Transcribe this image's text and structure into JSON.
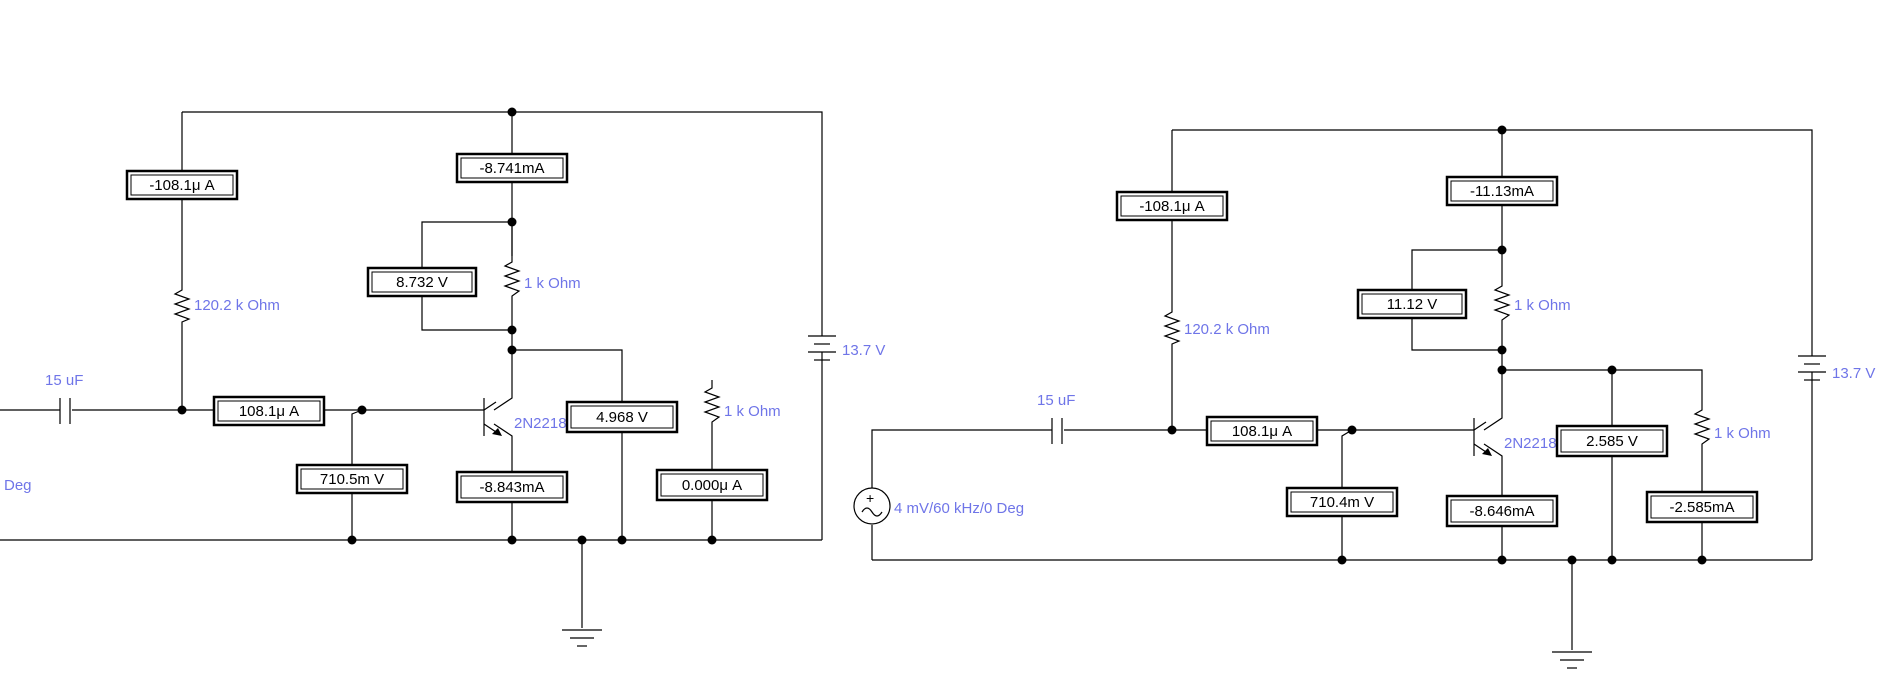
{
  "circuits": [
    {
      "id": "left",
      "battery_label": "13.7 V",
      "capacitor_label": "15 uF",
      "source_label": "Deg",
      "transistor_label": "2N2218",
      "rb_label": "120.2 k Ohm",
      "rc_label": "1 k Ohm",
      "rl_label": "1 k Ohm",
      "meters": {
        "ib_top": "-108.1μ A",
        "ic_top": "-8.741mA",
        "v_rc": "8.732   V",
        "ib": "108.1μ A",
        "vbe": "710.5m V",
        "ie": "-8.843mA",
        "vc": "4.968   V",
        "il": "0.000μ A"
      }
    },
    {
      "id": "right",
      "battery_label": "13.7 V",
      "capacitor_label": "15 uF",
      "source_label": "4 mV/60 kHz/0 Deg",
      "transistor_label": "2N2218",
      "rb_label": "120.2 k Ohm",
      "rc_label": "1 k Ohm",
      "rl_label": "1 k Ohm",
      "meters": {
        "ib_top": "-108.1μ A",
        "ic_top": "-11.13mA",
        "v_rc": "11.12   V",
        "ib": "108.1μ A",
        "vbe": "710.4m V",
        "ie": "-8.646mA",
        "vc": "2.585   V",
        "il": "-2.585mA"
      }
    }
  ]
}
